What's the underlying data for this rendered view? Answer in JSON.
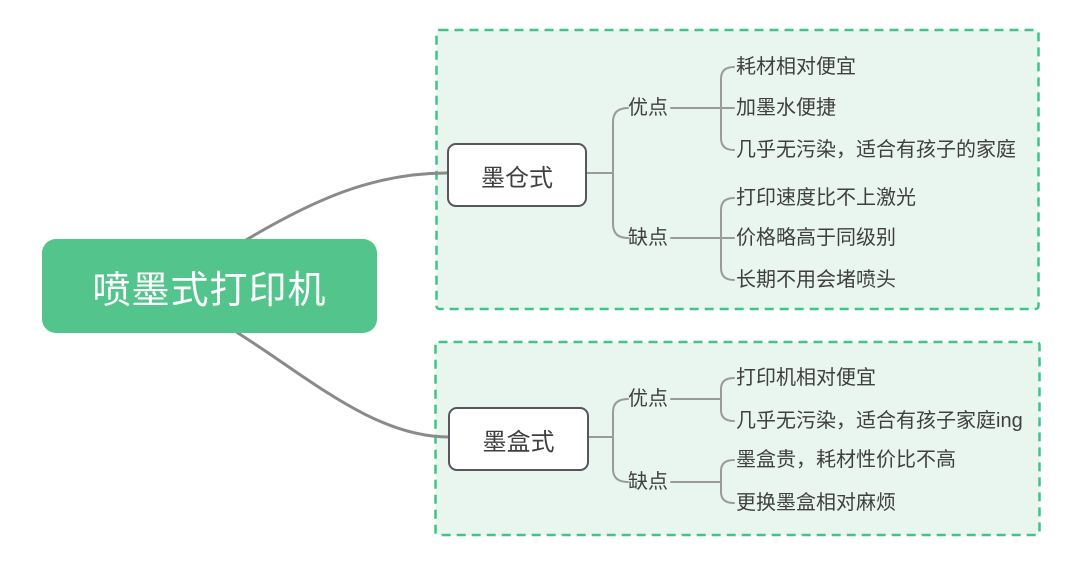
{
  "root": {
    "label": "喷墨式打印机"
  },
  "branches": [
    {
      "label": "墨仓式",
      "groups": [
        {
          "label": "优点",
          "items": [
            "耗材相对便宜",
            "加墨水便捷",
            "几乎无污染，适合有孩子的家庭"
          ]
        },
        {
          "label": "缺点",
          "items": [
            "打印速度比不上激光",
            "价格略高于同级别",
            "长期不用会堵喷头"
          ]
        }
      ]
    },
    {
      "label": "墨盒式",
      "groups": [
        {
          "label": "优点",
          "items": [
            "打印机相对便宜",
            "几乎无污染，适合有孩子家庭ing"
          ]
        },
        {
          "label": "缺点",
          "items": [
            "墨盒贵，耗材性价比不高",
            "更换墨盒相对麻烦"
          ]
        }
      ]
    }
  ],
  "colors": {
    "accent_green": "#53c48b",
    "boundary_border": "#3fc489",
    "boundary_fill": "#e9f6ef",
    "root_text": "#ffffff",
    "node_text": "#3f3f3f",
    "node_border": "#56565c",
    "node_fill": "#ffffff",
    "connector_main": "#8a8a8a",
    "connector_sub": "#9a9a9a"
  }
}
